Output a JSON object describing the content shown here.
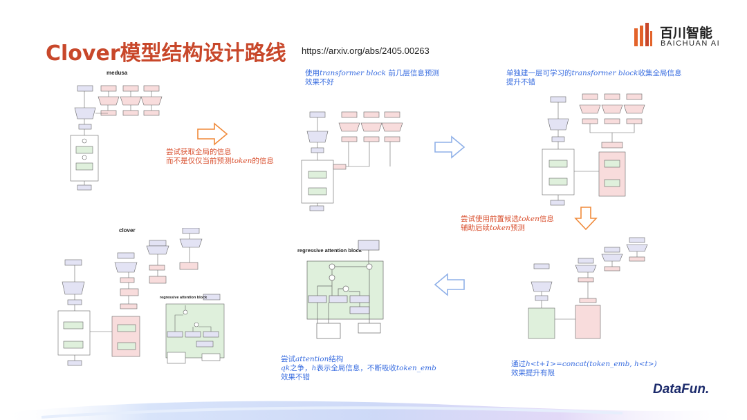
{
  "slide": {
    "title": "Clover模型结构设计路线",
    "url": "https://arxiv.org/abs/2405.00263"
  },
  "brand": {
    "name_cn": "百川智能",
    "name_en": "BAICHUAN AI",
    "footer_logo": "DataFun."
  },
  "panels": {
    "p1_title": "medusa",
    "p5_title": "clover",
    "p5_sub_title": "regressive attention block",
    "p6_title": "regressive attention block"
  },
  "notes": {
    "n1": {
      "line1": "尝试获取全局的信息",
      "line2_a": "而不是仅仅当前预测",
      "line2_em": "token",
      "line2_b": "的信息"
    },
    "n2": {
      "line1_a": "使用",
      "line1_em": "transformer block",
      "line1_b": " 前几层信息预测",
      "line2": "效果不好"
    },
    "n3": {
      "line1_a": "单独建一层可学习的",
      "line1_em": "transformer block",
      "line1_b": "收集全局信息",
      "line2": "提升不错"
    },
    "n4": {
      "line1_a": "尝试使用前置候选",
      "line1_em": "token",
      "line1_b": "信息",
      "line2_a": "辅助后续",
      "line2_em": "token",
      "line2_b": "预测"
    },
    "n5": {
      "line1_a": "通过",
      "line1_em": "h<t+1>=concat(token_emb, h<t>)",
      "line2": "效果提升有限"
    },
    "n6": {
      "line1_a": "尝试",
      "line1_em": "attention",
      "line1_b": "结构",
      "line2_em1": "qk",
      "line2_a": "之争，",
      "line2_em2": "h",
      "line2_b": "表示全局信息，不断吸收",
      "line2_em3": "token_emb",
      "line3": "效果不错"
    }
  },
  "colors": {
    "title": "#c8472a",
    "red_note": "#d9502f",
    "blue_note": "#3a6ee0",
    "arrow_orange": "#f08a3a",
    "arrow_blue": "#8fb0e8",
    "pink_fill": "#f8dcdc",
    "green_fill": "#dff0dc",
    "lavender_fill": "#e3e3f4"
  },
  "icons": {
    "arrow1": "right-arrow-outline",
    "arrow2": "right-arrow-outline",
    "arrow3": "down-arrow-outline",
    "arrow4": "left-arrow-outline"
  }
}
